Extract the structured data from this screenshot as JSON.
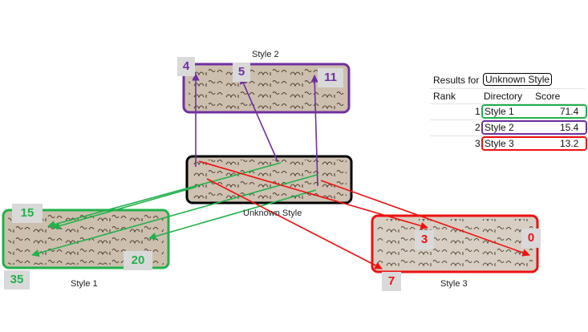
{
  "diagram": {
    "style2_label": "Style 2",
    "unknown_label": "Unknown Style",
    "style1_label": "Style 1",
    "style3_label": "Style 3",
    "badges": {
      "b4": "4",
      "b5": "5",
      "b11": "11",
      "b15": "15",
      "b20": "20",
      "b35": "35",
      "b3": "3",
      "b0": "0",
      "b7": "7"
    },
    "colors": {
      "style1": "#22b14c",
      "style2": "#7030a0",
      "style3": "#ee1111",
      "unknown": "#000000"
    }
  },
  "results": {
    "title_prefix": "Results for",
    "title_target": "Unknown Style",
    "col_rank": "Rank",
    "col_directory": "Directory",
    "col_score": "Score",
    "rows": [
      {
        "rank": "1",
        "directory": "Style 1",
        "score": "71.4"
      },
      {
        "rank": "2",
        "directory": "Style 2",
        "score": "15.4"
      },
      {
        "rank": "3",
        "directory": "Style 3",
        "score": "13.2"
      }
    ]
  }
}
